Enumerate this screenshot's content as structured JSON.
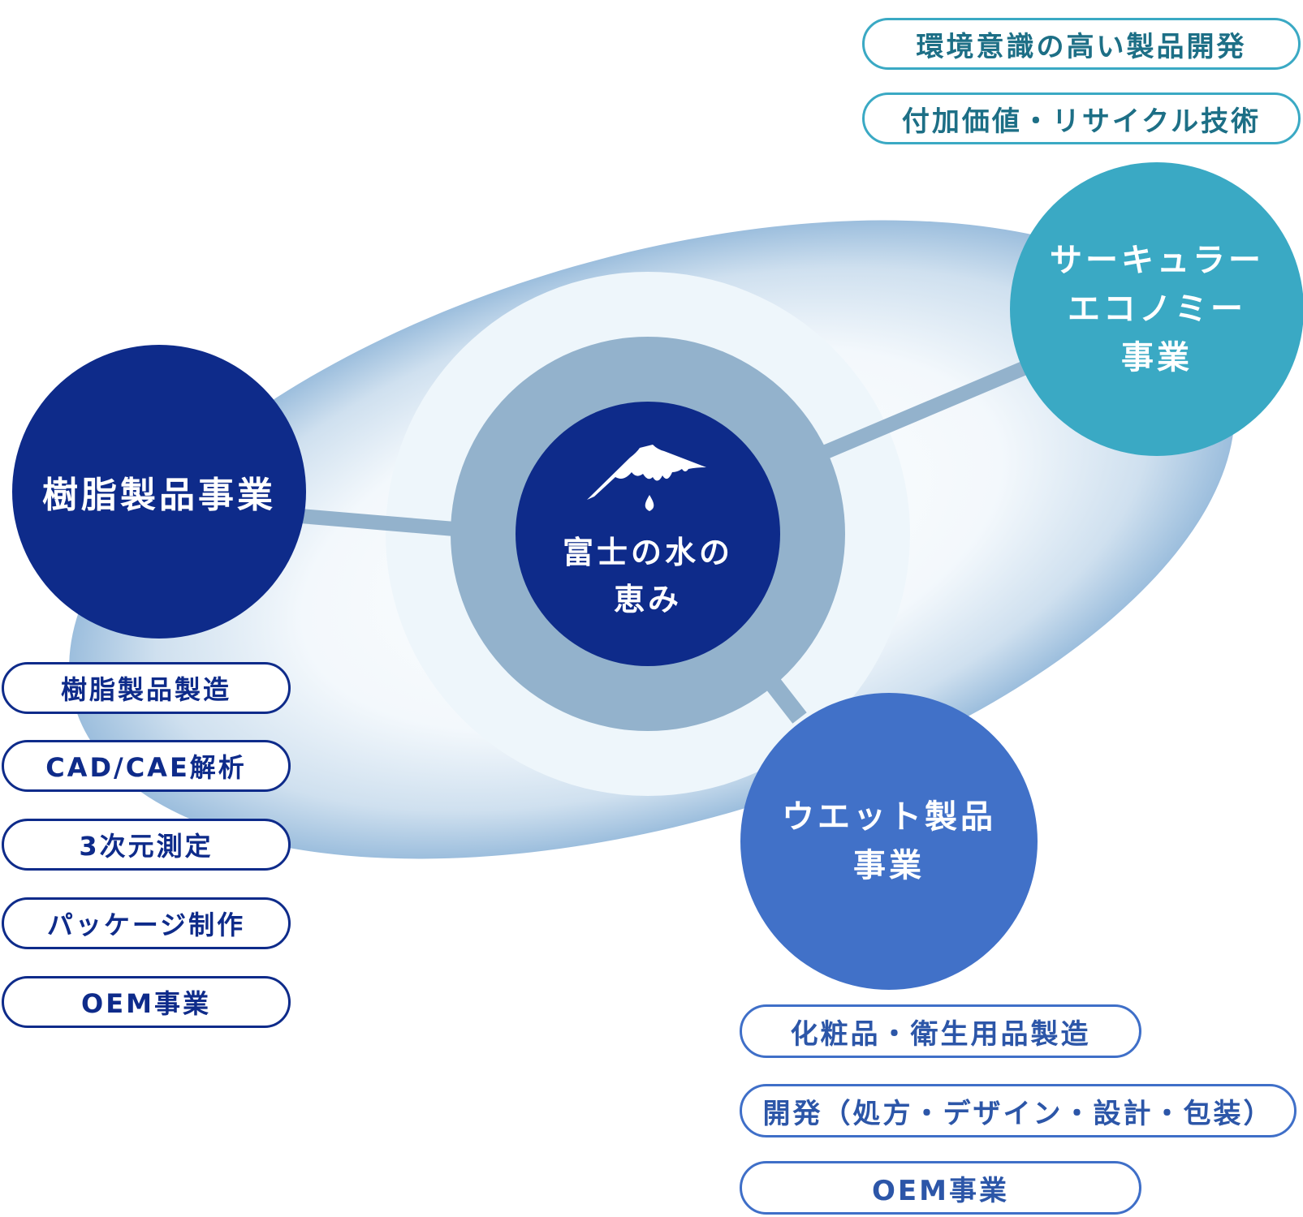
{
  "colors": {
    "navy": "#0e2b8a",
    "teal": "#3aa9c4",
    "blue": "#4171c8",
    "ring": "#93b2cc",
    "connector": "#93b2cc"
  },
  "center": {
    "icon": "mount-fuji-water-drop-icon",
    "lines": [
      "富士の水の",
      "恵み"
    ]
  },
  "nodes": {
    "resin": {
      "label": "樹脂製品事業",
      "items": [
        "樹脂製品製造",
        "CAD/CAE解析",
        "3次元測定",
        "パッケージ制作",
        "OEM事業"
      ]
    },
    "circular": {
      "lines": [
        "サーキュラー",
        "エコノミー",
        "事業"
      ],
      "items": [
        "環境意識の高い製品開発",
        "付加価値・リサイクル技術"
      ]
    },
    "wet": {
      "lines": [
        "ウエット製品",
        "事業"
      ],
      "items": [
        "化粧品・衛生用品製造",
        "開発（処方・デザイン・設計・包装）",
        "OEM事業"
      ]
    }
  }
}
